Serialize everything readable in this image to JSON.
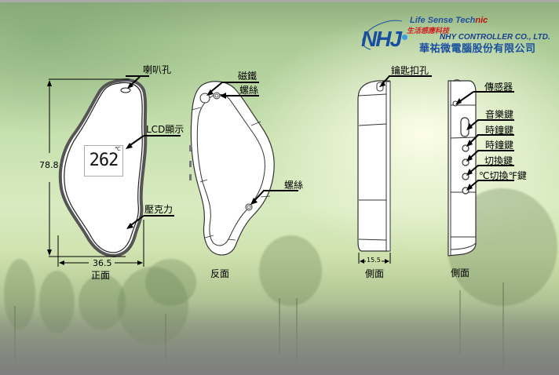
{
  "logo": {
    "brand_letters": "NHJ",
    "tagline_en_part1": "Life Sense Tech",
    "tagline_en_part2": "nic",
    "tagline_zh": "生活感應科技",
    "company_en": "NHY CONTROLLER CO., LTD.",
    "company_zh": "華祐微電腦股份有限公司"
  },
  "front_view": {
    "caption": "正面",
    "height_dim": "78.8",
    "width_dim": "36.5",
    "lcd_reading": "262",
    "lcd_unit": "℃",
    "callouts": {
      "speaker_hole": "喇叭孔",
      "lcd_display": "LCD顯示",
      "acrylic": "壓克力"
    }
  },
  "back_view": {
    "caption": "反面",
    "callouts": {
      "magnet": "磁鐵",
      "screw_top": "螺絲",
      "screw_bottom": "螺絲"
    }
  },
  "side_view_left": {
    "caption": "側面",
    "depth_dim": "15.5",
    "callouts": {
      "keychain_hole": "鑰匙扣孔"
    }
  },
  "side_view_right": {
    "caption": "側面",
    "callouts": {
      "sensor": "傳感器",
      "music_key": "音樂鍵",
      "clock_key_1": "時鐘鍵",
      "clock_key_2": "時鐘鍵",
      "switch_key": "切換鍵",
      "unit_switch_key": "℃切換℉鍵"
    }
  },
  "colors": {
    "logo_blue": "#1a4fa0",
    "logo_red": "#c01010",
    "background_green": "#c8dfb0",
    "top_bar": "#a8aaa8"
  }
}
